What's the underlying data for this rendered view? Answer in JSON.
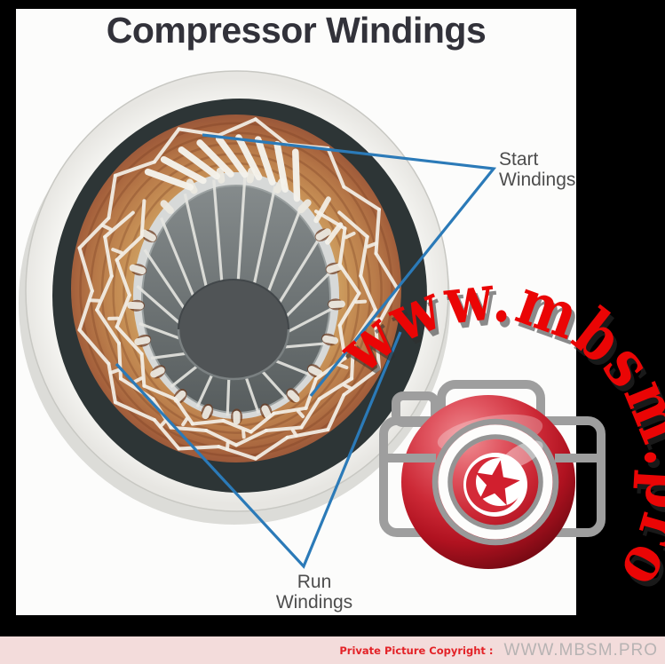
{
  "title": "Compressor Windings",
  "labels": {
    "start": {
      "line1": "Start",
      "line2": "Windings"
    },
    "run": {
      "line1": "Run",
      "line2": "Windings"
    }
  },
  "watermark": {
    "arc_text": "www.mbsm.pro"
  },
  "footer": {
    "copyright_label": "Private Picture Copyright :",
    "site": "WWW.MBSM.PRO"
  },
  "icons": {
    "logo": "camera-icon",
    "flag": "tunisia-star-crescent-icon"
  },
  "colors": {
    "annotation_blue": "#2b7ab8",
    "watermark_red": "#ea0505",
    "copper": "#b87a49",
    "stator_shell": "#2d3536",
    "camera_gray": "#9e9e9e",
    "footer_bar_pink": "#f3dcdb",
    "footer_label_red": "#e32227",
    "footer_site_gray": "#b7b3b3"
  }
}
